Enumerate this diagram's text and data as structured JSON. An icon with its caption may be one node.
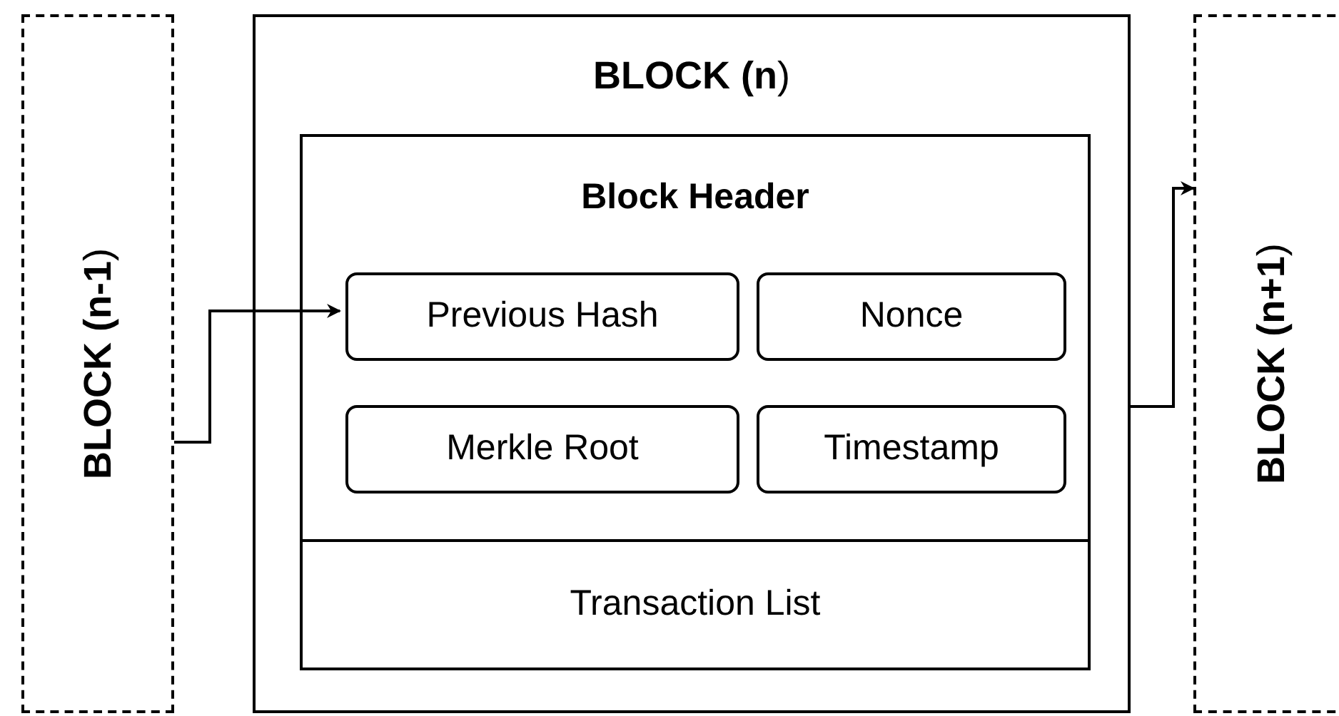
{
  "diagram": {
    "nodes": [
      {
        "text": [
          "**BLOCK (n-1**)"
        ]
      },
      {
        "text": [
          "**BLOCK (n**)"
        ]
      },
      {
        "text": [
          "Block Header"
        ],
        "in": 1
      },
      {
        "text": [
          "Previous Hash"
        ],
        "in": 2
      },
      {
        "text": [
          "Nonce"
        ],
        "in": 2
      },
      {
        "text": [
          "Merkle Root"
        ],
        "in": 2
      },
      {
        "text": [
          "Timestamp"
        ],
        "in": 2
      },
      {
        "text": [
          "Transaction List"
        ],
        "in": 1
      },
      {
        "text": [
          "**BLOCK (n+1**)"
        ]
      }
    ],
    "edges": [
      {
        "from": 0,
        "to": 3,
        "arrow": "to"
      },
      {
        "from": 1,
        "to": 8,
        "arrow": "to"
      }
    ]
  }
}
